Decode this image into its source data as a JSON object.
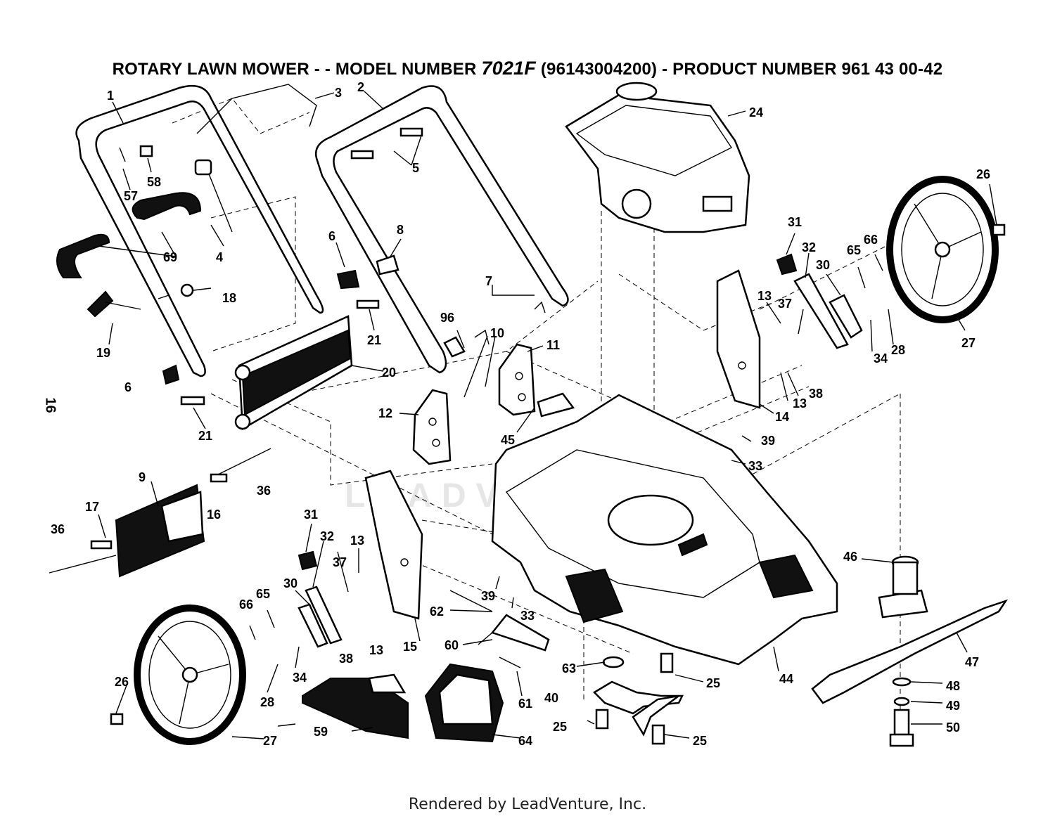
{
  "title": {
    "prefix": "ROTARY LAWN MOWER - - MODEL NUMBER",
    "model": "7021F",
    "suffix": "(96143004200) - PRODUCT NUMBER 961 43 00-42"
  },
  "page_number": "16",
  "watermark": "LEADVENTURE",
  "footer": "Rendered by LeadVenture, Inc.",
  "labels": {
    "l1": "1",
    "l2": "2",
    "l3": "3",
    "l4": "4",
    "l5": "5",
    "l6a": "6",
    "l6b": "6",
    "l7": "7",
    "l8": "8",
    "l9": "9",
    "l10": "10",
    "l11": "11",
    "l12": "12",
    "l13a": "13",
    "l13b": "13",
    "l13c": "13",
    "l13d": "13",
    "l14": "14",
    "l15": "15",
    "l16": "16",
    "l17": "17",
    "l18": "18",
    "l19": "19",
    "l20": "20",
    "l21a": "21",
    "l21b": "21",
    "l24": "24",
    "l25a": "25",
    "l25b": "25",
    "l25c": "25",
    "l26a": "26",
    "l26b": "26",
    "l27a": "27",
    "l27b": "27",
    "l28a": "28",
    "l28b": "28",
    "l30a": "30",
    "l30b": "30",
    "l31a": "31",
    "l31b": "31",
    "l32a": "32",
    "l32b": "32",
    "l33a": "33",
    "l33b": "33",
    "l34a": "34",
    "l34b": "34",
    "l36a": "36",
    "l36b": "36",
    "l37a": "37",
    "l37b": "37",
    "l38a": "38",
    "l38b": "38",
    "l39a": "39",
    "l39b": "39",
    "l40": "40",
    "l44": "44",
    "l45": "45",
    "l46": "46",
    "l47": "47",
    "l48": "48",
    "l49": "49",
    "l50": "50",
    "l57": "57",
    "l58": "58",
    "l59": "59",
    "l60": "60",
    "l61": "61",
    "l62": "62",
    "l63": "63",
    "l64": "64",
    "l65a": "65",
    "l65b": "65",
    "l66a": "66",
    "l66b": "66",
    "l69": "69",
    "l96": "96"
  }
}
